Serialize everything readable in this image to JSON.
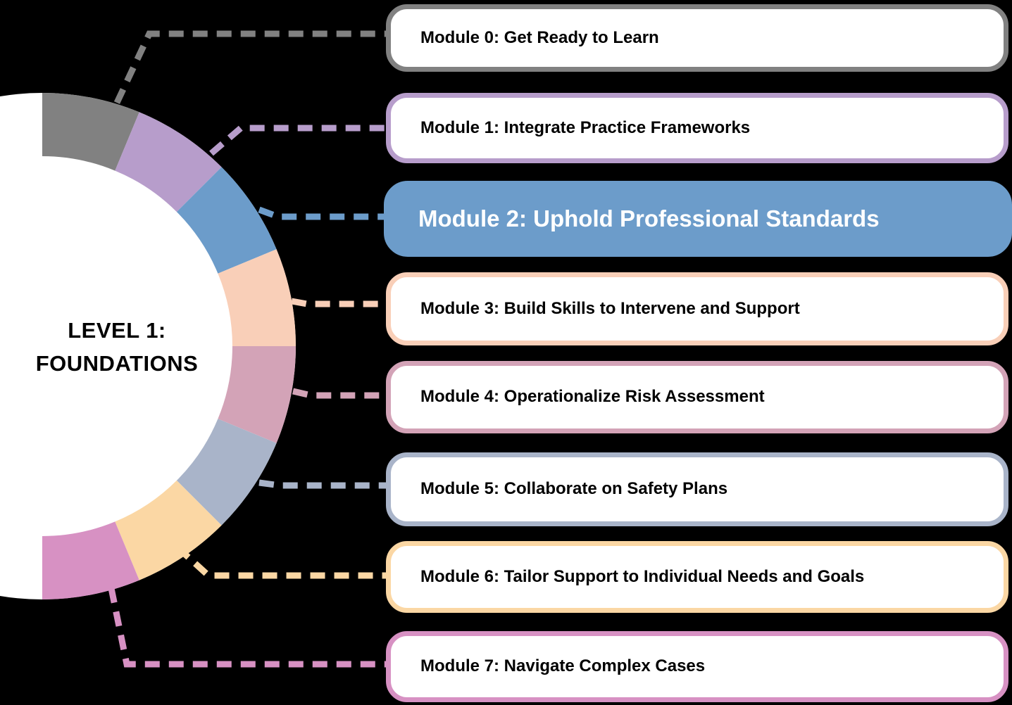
{
  "background_color": "#000000",
  "center_label": {
    "line1": "LEVEL 1:",
    "line2": "FOUNDATIONS",
    "text_color": "#000000"
  },
  "modules": [
    {
      "label": "Module 0: Get Ready to Learn",
      "accent_color": "#818181",
      "box_fill": "#ffffff",
      "text_color": "#000000",
      "highlighted": false
    },
    {
      "label": "Module 1: Integrate Practice Frameworks",
      "accent_color": "#b79dcb",
      "box_fill": "#ffffff",
      "text_color": "#000000",
      "highlighted": false
    },
    {
      "label": "Module 2: Uphold Professional Standards",
      "accent_color": "#6c9cca",
      "box_fill": "#6c9cca",
      "text_color": "#ffffff",
      "highlighted": true
    },
    {
      "label": "Module 3: Build Skills to Intervene and Support",
      "accent_color": "#f9cfb8",
      "box_fill": "#ffffff",
      "text_color": "#000000",
      "highlighted": false
    },
    {
      "label": "Module 4: Operationalize Risk Assessment",
      "accent_color": "#d3a3b7",
      "box_fill": "#ffffff",
      "text_color": "#000000",
      "highlighted": false
    },
    {
      "label": "Module 5: Collaborate on Safety Plans",
      "accent_color": "#a9b4c9",
      "box_fill": "#ffffff",
      "text_color": "#000000",
      "highlighted": false
    },
    {
      "label": "Module 6: Tailor Support to Individual Needs and Goals",
      "accent_color": "#fbd7a4",
      "box_fill": "#ffffff",
      "text_color": "#000000",
      "highlighted": false
    },
    {
      "label": "Module 7: Navigate Complex Cases",
      "accent_color": "#d791c3",
      "box_fill": "#ffffff",
      "text_color": "#000000",
      "highlighted": false
    }
  ]
}
